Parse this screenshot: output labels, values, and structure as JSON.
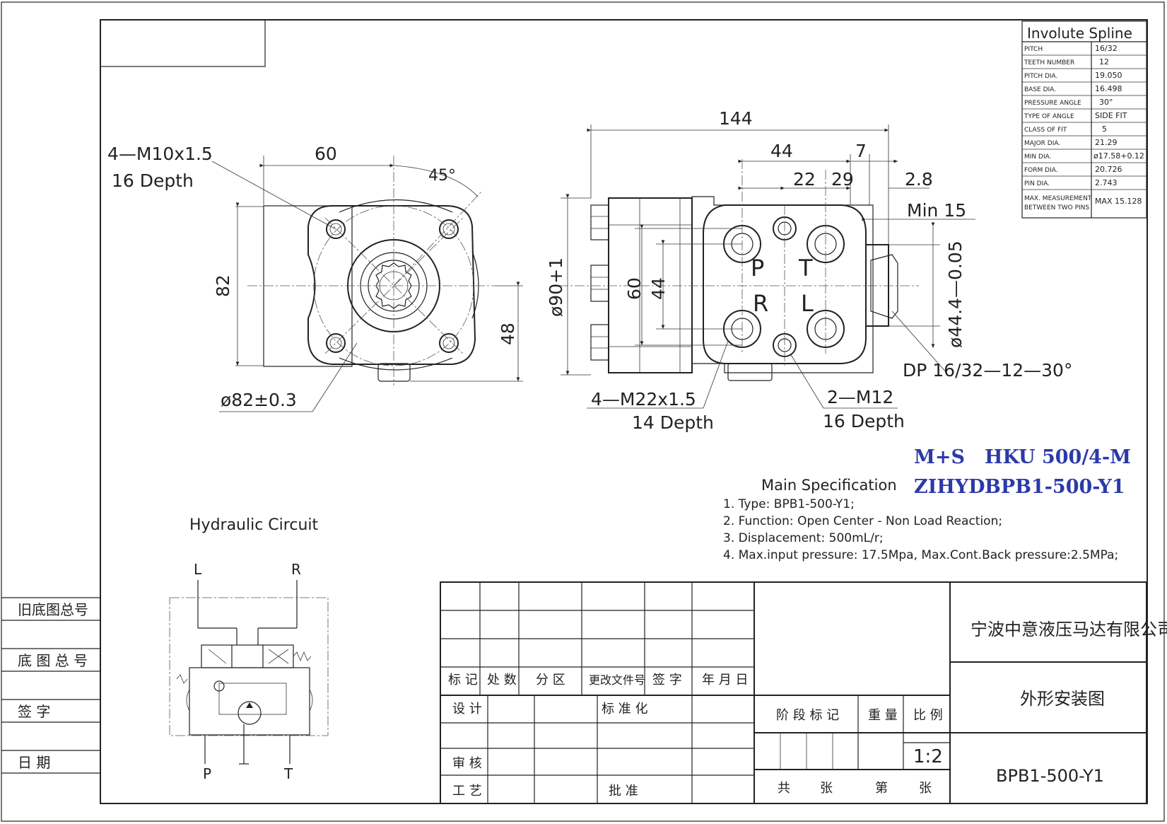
{
  "spline_table": {
    "title": "Involute Spline",
    "rows": [
      {
        "label": "PITCH",
        "value": "16/32"
      },
      {
        "label": "TEETH NUMBER",
        "value": "12"
      },
      {
        "label": "PITCH  DIA.",
        "value": "19.050"
      },
      {
        "label": "BASE  DIA.",
        "value": "16.498"
      },
      {
        "label": "PRESSURE ANGLE",
        "value": "30°"
      },
      {
        "label": "TYPE OF ANGLE",
        "value": "SIDE  FIT"
      },
      {
        "label": "CLASS OF FIT",
        "value": "5"
      },
      {
        "label": "MAJOR  DIA.",
        "value": "21.29"
      },
      {
        "label": "MIN  DIA.",
        "value": "ø17.58+0.12"
      },
      {
        "label": "FORM  DIA.",
        "value": "20.726"
      },
      {
        "label": "PIN  DIA.",
        "value": "2.743"
      }
    ],
    "last_label_1": "MAX. MEASUREMENT",
    "last_label_2": "BETWEEN TWO PINS",
    "last_value": "MAX 15.128"
  },
  "front_view": {
    "bolt_callout_1": "4—M10x1.5",
    "bolt_callout_2": "16 Depth",
    "dim_60": "60",
    "dim_45deg": "45°",
    "dim_82": "82",
    "dim_48": "48",
    "dim_phi82": "ø82±0.3"
  },
  "side_view": {
    "dim_144": "144",
    "dim_44": "44",
    "dim_7": "7",
    "dim_22": "22",
    "dim_29": "29",
    "dim_28": "2.8",
    "dim_min15": "Min 15",
    "dim_phi90": "ø90+1",
    "dim_60": "60",
    "dim_44v": "44",
    "dim_phi44": "ø44.4—0.05",
    "port_p": "P",
    "port_t": "T",
    "port_r": "R",
    "port_l": "L",
    "spline_callout": "DP 16/32—12—30°",
    "port_callout_1": "4—M22x1.5",
    "port_callout_2": "14 Depth",
    "mount_callout_1": "2—M12",
    "mount_callout_2": "16 Depth"
  },
  "models": {
    "line1_brand": "M+S",
    "line1_model": "HKU  500/4-M",
    "line2_brand": "ZIHYD",
    "line2_model": "BPB1-500-Y1"
  },
  "specification": {
    "title": "Main Specification",
    "items": [
      "1. Type: BPB1-500-Y1;",
      "2. Function: Open Center - Non Load Reaction;",
      "3. Displacement: 500mL/r;",
      "4. Max.input pressure: 17.5Mpa, Max.Cont.Back pressure:2.5MPa;"
    ]
  },
  "circuit": {
    "title": "Hydraulic Circuit",
    "port_l": "L",
    "port_r": "R",
    "port_p": "P",
    "port_t": "T"
  },
  "left_strip": [
    "旧底图总号",
    "底 图 总 号",
    "签          字",
    "日          期"
  ],
  "title_block": {
    "rev_headers": [
      "标 记",
      "处 数",
      "分 区",
      "更改文件号",
      "签  字",
      "年 月 日"
    ],
    "design": "设 计",
    "standard": "标 准 化",
    "review": "审 核",
    "process": "工 艺",
    "approve": "批 准",
    "stage_mark": "阶 段 标 记",
    "weight": "重 量",
    "scale_label": "比 例",
    "scale": "1:2",
    "total": "共",
    "sheet_unit1": "张",
    "sheet_no": "第",
    "sheet_unit2": "张",
    "company": "宁波中意液压马达有限公司",
    "drawing_title": "外形安装图",
    "drawing_number": "BPB1-500-Y1"
  }
}
